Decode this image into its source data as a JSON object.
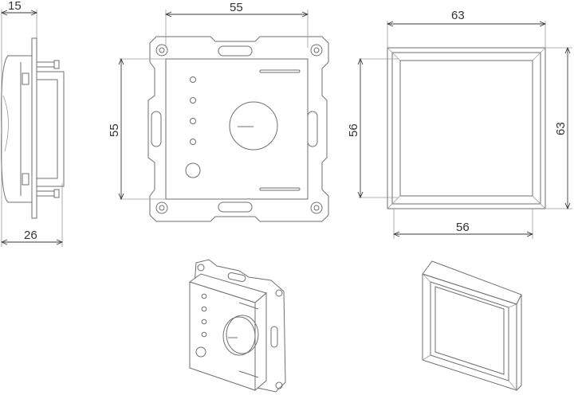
{
  "dimensions": {
    "side_depth_top": "15",
    "side_depth_bottom": "26",
    "front_width": "55",
    "front_height": "55",
    "frame_outer_width": "63",
    "frame_outer_height": "63",
    "frame_inner_height": "56",
    "frame_inner_width": "56"
  },
  "colors": {
    "line": "#6f6f6f",
    "dimension": "#3a3a3a",
    "background": "#ffffff"
  }
}
